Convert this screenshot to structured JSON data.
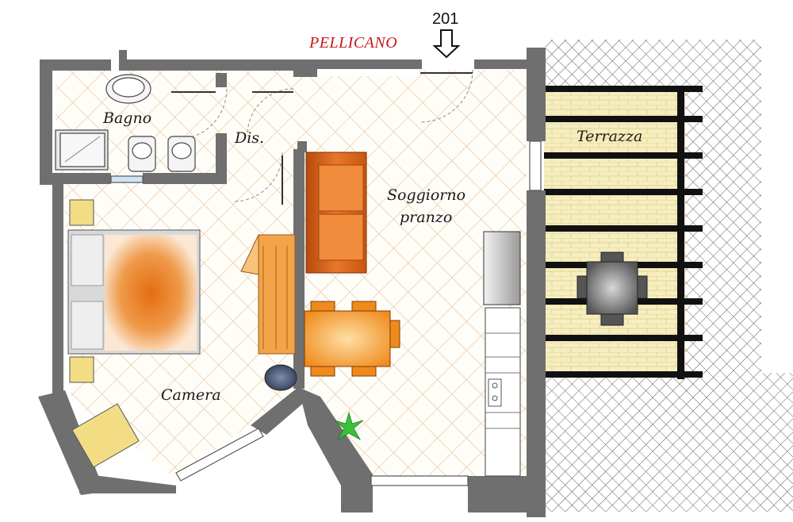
{
  "plan": {
    "building_name": "PELLICANO",
    "unit_number": "201",
    "rooms": {
      "bathroom": "Bagno",
      "hallway": "Dis.",
      "living_line1": "Soggiorno",
      "living_line2": "pranzo",
      "terrace": "Terrazza",
      "bedroom": "Camera"
    }
  },
  "colors": {
    "wall": "#6f6f6f",
    "floor_grid": "#e9c9a6",
    "terrace_tile": "#efe6b0",
    "beam": "#111111",
    "sofa": "#d9661c",
    "table": "#f29a2a",
    "bed_center": "#e87a1e",
    "plant": "#38c23a",
    "nightstand": "#f3dd84",
    "title_red": "#c8161d"
  }
}
